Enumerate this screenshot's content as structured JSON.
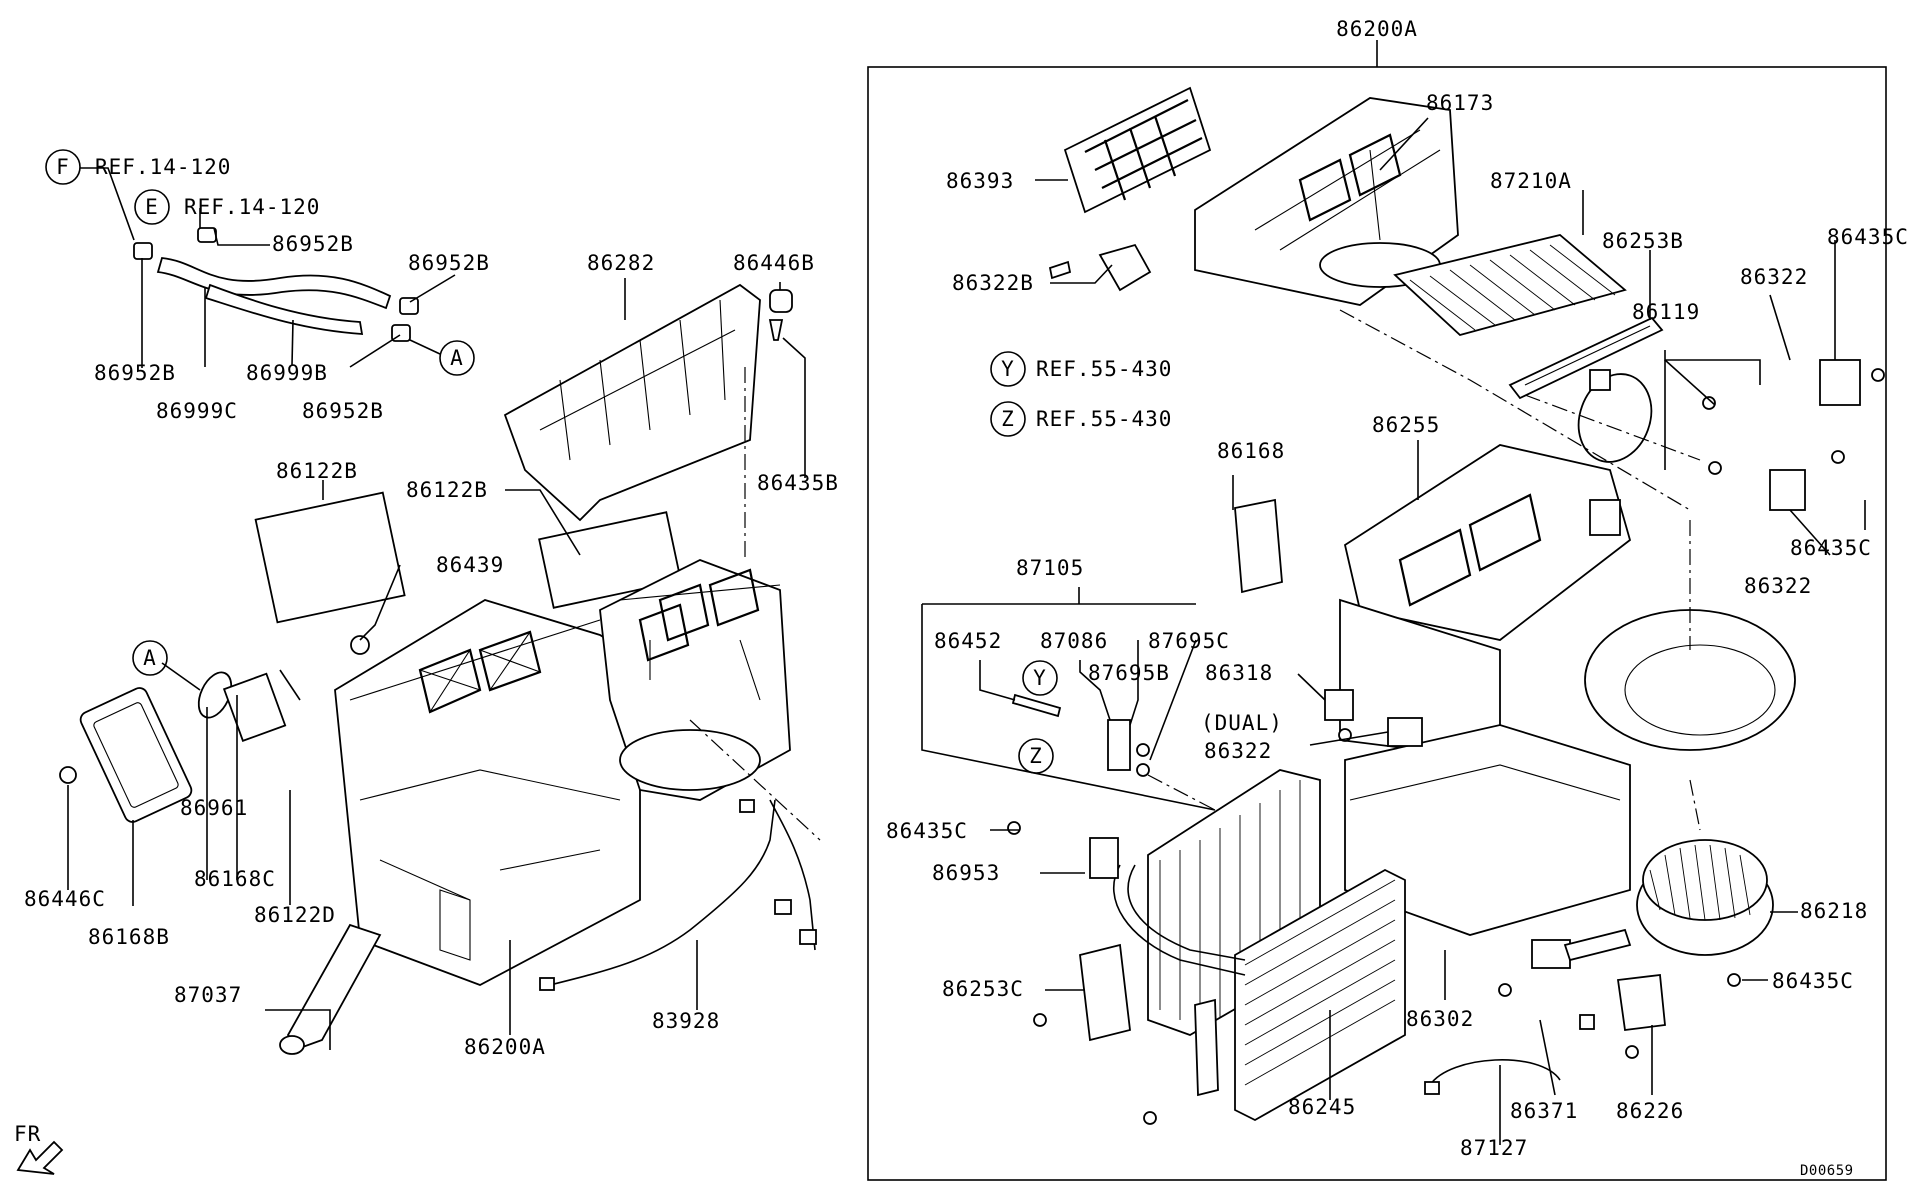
{
  "labels": [
    {
      "id": "86200A-top",
      "text": "86200A"
    },
    {
      "id": "ref14-120-f",
      "text": "REF.14-120"
    },
    {
      "id": "ref14-120-e",
      "text": "REF.14-120"
    },
    {
      "id": "86952B-a",
      "text": "86952B"
    },
    {
      "id": "86952B-b",
      "text": "86952B"
    },
    {
      "id": "86952B-c",
      "text": "86952B"
    },
    {
      "id": "86952B-d",
      "text": "86952B"
    },
    {
      "id": "86999B",
      "text": "86999B"
    },
    {
      "id": "86999C",
      "text": "86999C"
    },
    {
      "id": "86282",
      "text": "86282"
    },
    {
      "id": "86446B",
      "text": "86446B"
    },
    {
      "id": "86435B",
      "text": "86435B"
    },
    {
      "id": "86122B-a",
      "text": "86122B"
    },
    {
      "id": "86122B-b",
      "text": "86122B"
    },
    {
      "id": "86439",
      "text": "86439"
    },
    {
      "id": "86961",
      "text": "86961"
    },
    {
      "id": "86168C",
      "text": "86168C"
    },
    {
      "id": "86122D",
      "text": "86122D"
    },
    {
      "id": "86446C",
      "text": "86446C"
    },
    {
      "id": "86168B",
      "text": "86168B"
    },
    {
      "id": "87037",
      "text": "87037"
    },
    {
      "id": "86200A-bottom",
      "text": "86200A"
    },
    {
      "id": "83928",
      "text": "83928"
    },
    {
      "id": "fr",
      "text": "FR"
    },
    {
      "id": "86393",
      "text": "86393"
    },
    {
      "id": "86173",
      "text": "86173"
    },
    {
      "id": "87210A",
      "text": "87210A"
    },
    {
      "id": "86253B",
      "text": "86253B"
    },
    {
      "id": "86435C-a",
      "text": "86435C"
    },
    {
      "id": "86322B",
      "text": "86322B"
    },
    {
      "id": "86322-a",
      "text": "86322"
    },
    {
      "id": "86119",
      "text": "86119"
    },
    {
      "id": "ref55-430-y",
      "text": "REF.55-430"
    },
    {
      "id": "ref55-430-z",
      "text": "REF.55-430"
    },
    {
      "id": "86255",
      "text": "86255"
    },
    {
      "id": "86168",
      "text": "86168"
    },
    {
      "id": "86435C-b",
      "text": "86435C"
    },
    {
      "id": "86322-b",
      "text": "86322"
    },
    {
      "id": "87105",
      "text": "87105"
    },
    {
      "id": "86452",
      "text": "86452"
    },
    {
      "id": "87086",
      "text": "87086"
    },
    {
      "id": "87695C",
      "text": "87695C"
    },
    {
      "id": "87695B",
      "text": "87695B"
    },
    {
      "id": "86318",
      "text": "86318"
    },
    {
      "id": "dual",
      "text": "(DUAL)"
    },
    {
      "id": "86322-c",
      "text": "86322"
    },
    {
      "id": "86435C-c",
      "text": "86435C"
    },
    {
      "id": "86953",
      "text": "86953"
    },
    {
      "id": "86218",
      "text": "86218"
    },
    {
      "id": "86435C-d",
      "text": "86435C"
    },
    {
      "id": "86253C",
      "text": "86253C"
    },
    {
      "id": "86302",
      "text": "86302"
    },
    {
      "id": "86245",
      "text": "86245"
    },
    {
      "id": "86371",
      "text": "86371"
    },
    {
      "id": "86226",
      "text": "86226"
    },
    {
      "id": "87127",
      "text": "87127"
    },
    {
      "id": "drawing-number",
      "text": "D00659"
    }
  ],
  "callouts": [
    {
      "id": "F",
      "text": "F"
    },
    {
      "id": "E",
      "text": "E"
    },
    {
      "id": "A-right",
      "text": "A"
    },
    {
      "id": "A-left",
      "text": "A"
    },
    {
      "id": "Y-ref",
      "text": "Y"
    },
    {
      "id": "Z-ref",
      "text": "Z"
    },
    {
      "id": "Y-part",
      "text": "Y"
    },
    {
      "id": "Z-part",
      "text": "Z"
    }
  ]
}
